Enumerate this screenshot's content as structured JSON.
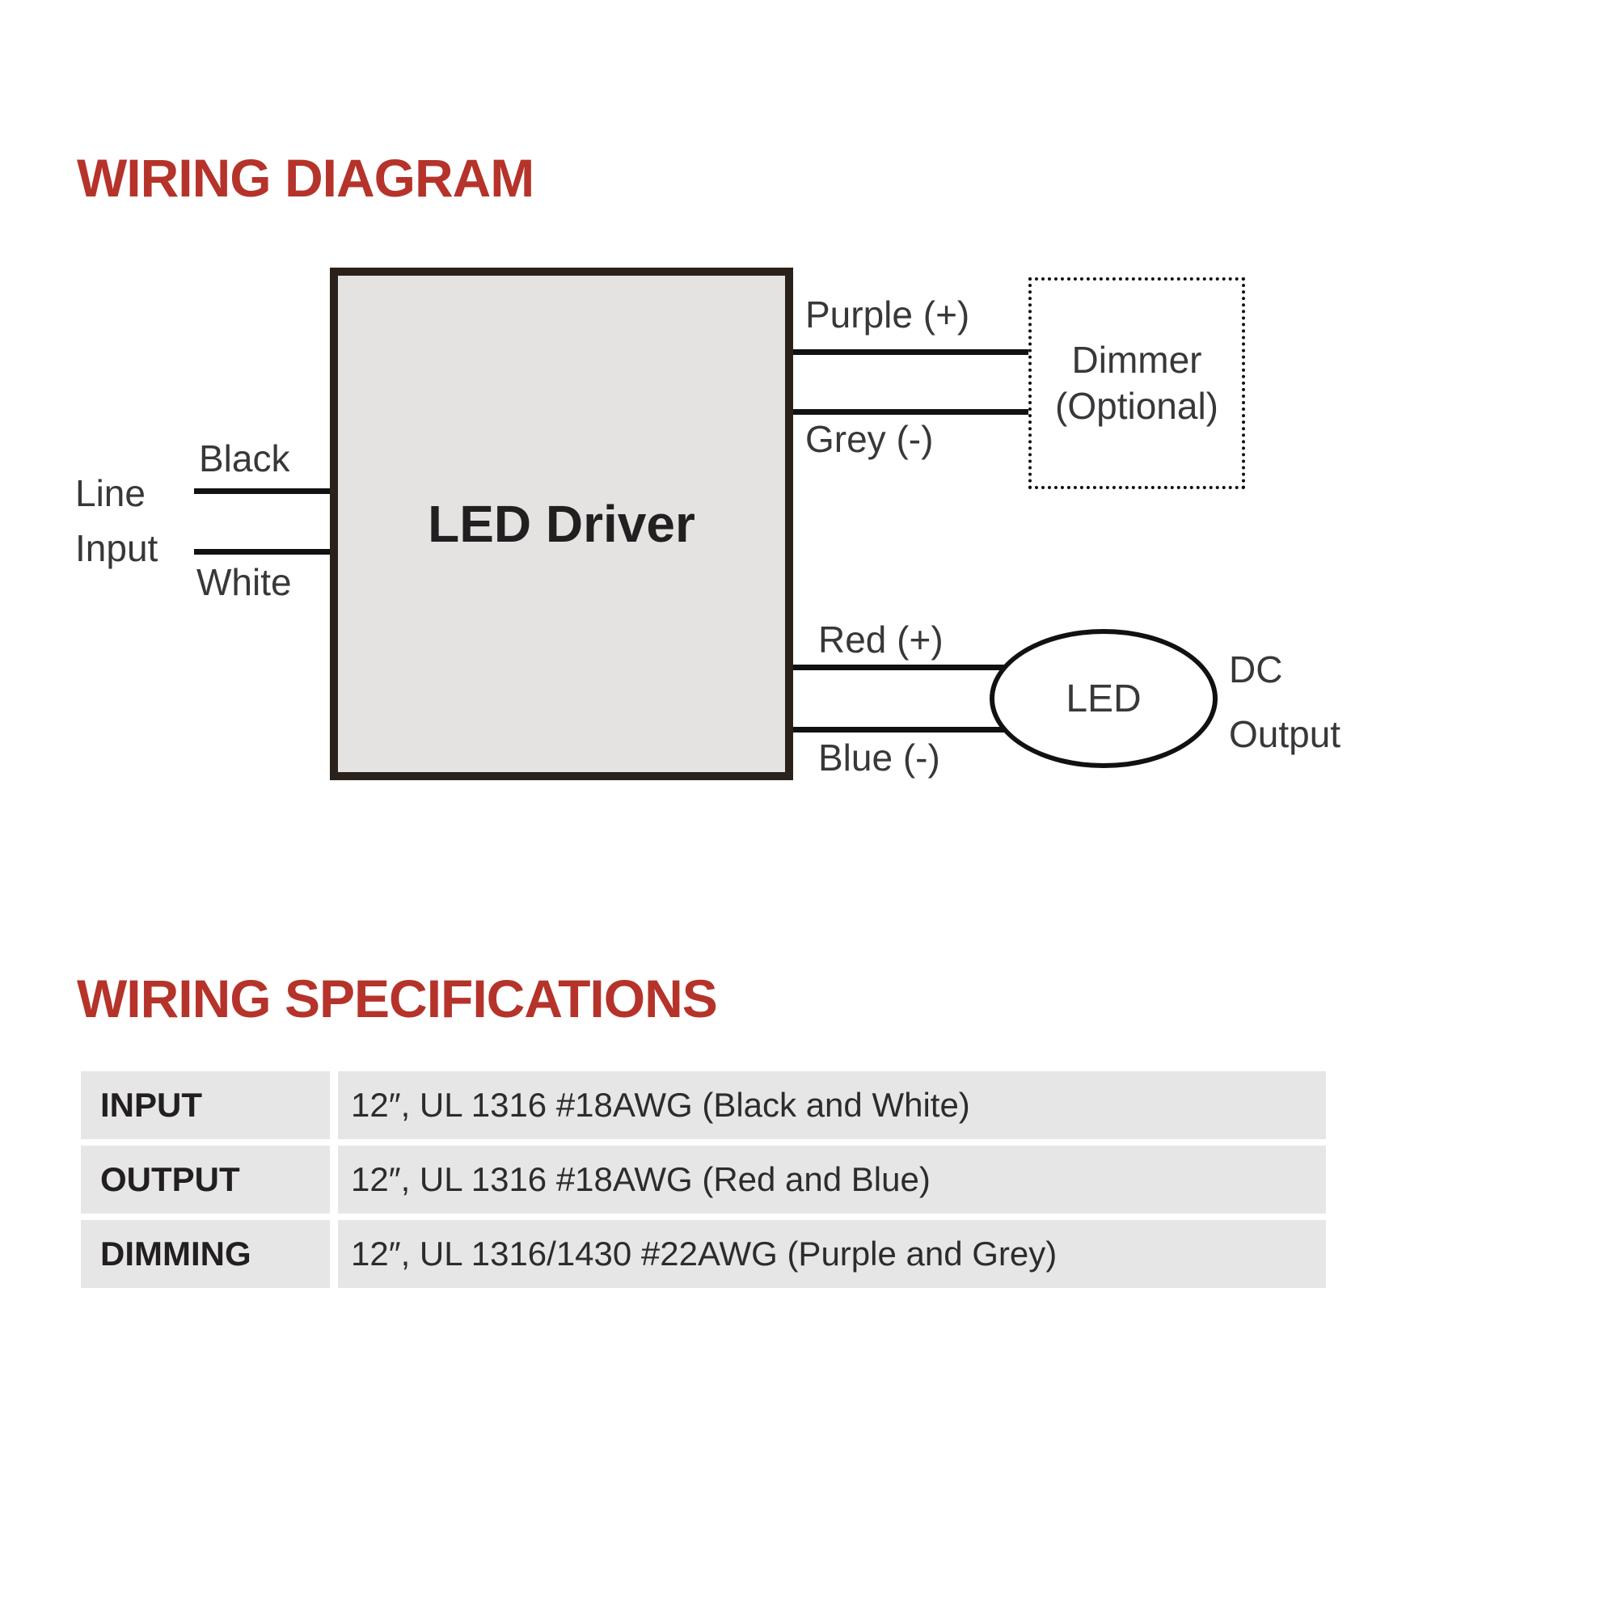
{
  "colors": {
    "accent_red": "#b5332a",
    "driver_box_fill": "#e4e3e1",
    "driver_box_border": "#2b211b",
    "wire_black": "#111111",
    "table_cell_fill": "#e6e6e6",
    "text_dark": "#38373a"
  },
  "wiring_diagram": {
    "title": "WIRING DIAGRAM",
    "led_driver_label": "LED Driver",
    "line_input": {
      "line1": "Line",
      "line2": "Input",
      "top_wire_label": "Black",
      "bottom_wire_label": "White"
    },
    "dimming_wires": {
      "positive_label": "Purple (+)",
      "negative_label": "Grey (-)"
    },
    "dimmer": {
      "line1": "Dimmer",
      "line2": "(Optional)"
    },
    "output_wires": {
      "positive_label": "Red (+)",
      "negative_label": "Blue (-)"
    },
    "led_label": "LED",
    "dc_output": {
      "line1": "DC",
      "line2": "Output"
    }
  },
  "wiring_specifications": {
    "title": "WIRING SPECIFICATIONS",
    "rows": [
      {
        "label": "INPUT",
        "value": "12″, UL 1316 #18AWG (Black and White)"
      },
      {
        "label": "OUTPUT",
        "value": "12″, UL 1316 #18AWG (Red and Blue)"
      },
      {
        "label": "DIMMING",
        "value": "12″, UL 1316/1430 #22AWG (Purple and Grey)"
      }
    ]
  }
}
